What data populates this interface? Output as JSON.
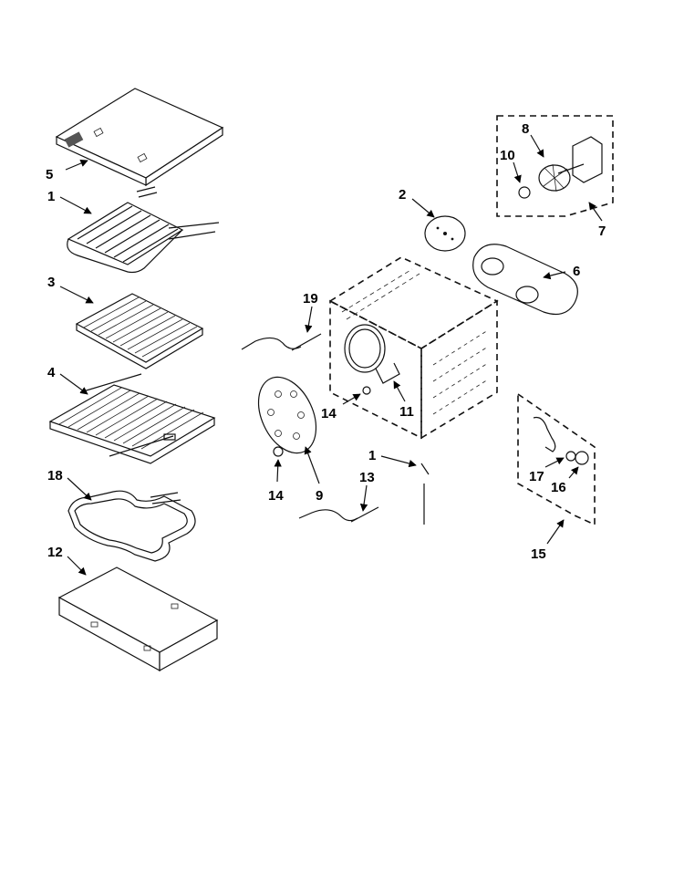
{
  "callouts": {
    "c1a": "1",
    "c1b": "1",
    "c2": "2",
    "c3": "3",
    "c4": "4",
    "c5": "5",
    "c6": "6",
    "c7": "7",
    "c8": "8",
    "c9": "9",
    "c10": "10",
    "c11": "11",
    "c12": "12",
    "c13": "13",
    "c14a": "14",
    "c14b": "14",
    "c15": "15",
    "c16": "16",
    "c17": "17",
    "c18": "18",
    "c19": "19"
  }
}
